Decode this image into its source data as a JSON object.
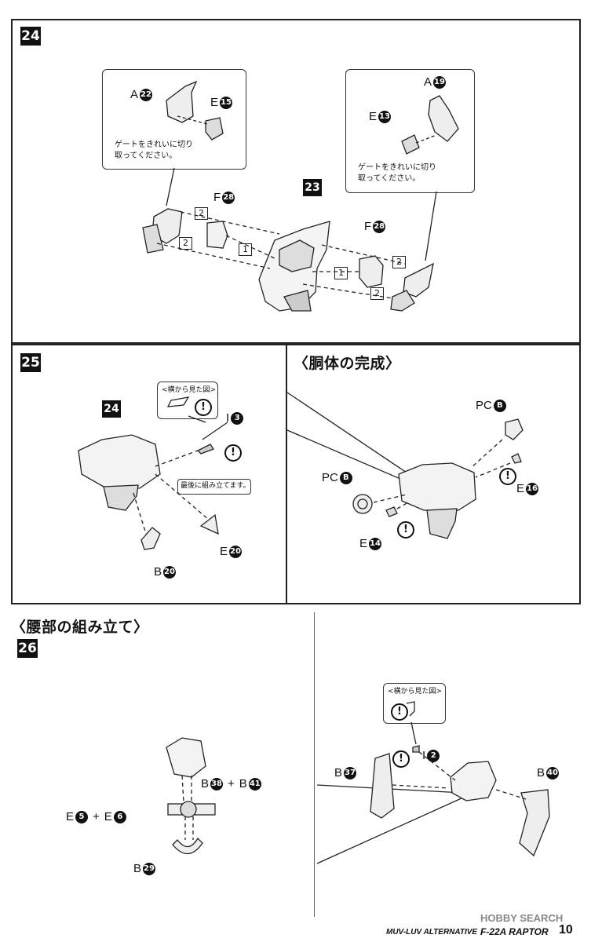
{
  "step24": {
    "number": "24",
    "subassembly": "23",
    "parts": {
      "a22": {
        "letter": "A",
        "num": "22"
      },
      "e15": {
        "letter": "E",
        "num": "15"
      },
      "a19": {
        "letter": "A",
        "num": "19"
      },
      "e13": {
        "letter": "E",
        "num": "13"
      },
      "f28_left": {
        "letter": "F",
        "num": "28"
      },
      "f28_right": {
        "letter": "F",
        "num": "28"
      }
    },
    "note_left": [
      "ゲートをきれいに切り",
      "取ってください。"
    ],
    "note_right": [
      "ゲートをきれいに切り",
      "取ってください。"
    ],
    "order_marks": [
      "2",
      "2",
      "1",
      "2",
      "1",
      "2"
    ]
  },
  "step25": {
    "number": "25",
    "subassembly": "24",
    "side_view_label": "<横から見た図>",
    "final_note": "最後に組み立てます。",
    "parts": {
      "i3": {
        "letter": "I",
        "num": "3"
      },
      "e20": {
        "letter": "E",
        "num": "20"
      },
      "b20": {
        "letter": "B",
        "num": "20"
      }
    }
  },
  "torso": {
    "heading": "〈胴体の完成〉",
    "parts": {
      "pc_b_top": {
        "letter": "PC",
        "num": "B"
      },
      "pc_b_left": {
        "letter": "PC",
        "num": "B"
      },
      "e16": {
        "letter": "E",
        "num": "16"
      },
      "e14": {
        "letter": "E",
        "num": "14"
      }
    }
  },
  "waist": {
    "heading": "〈腰部の組み立て〉"
  },
  "step26": {
    "number": "26",
    "side_view_label": "<横から見た図>",
    "parts": {
      "b38": {
        "letter": "B",
        "num": "38"
      },
      "b41": {
        "letter": "B",
        "num": "41"
      },
      "e5": {
        "letter": "E",
        "num": "5"
      },
      "e6": {
        "letter": "E",
        "num": "6"
      },
      "b29": {
        "letter": "B",
        "num": "29"
      },
      "i2": {
        "letter": "I",
        "num": "2"
      },
      "b37": {
        "letter": "B",
        "num": "37"
      },
      "b40": {
        "letter": "B",
        "num": "40"
      }
    },
    "plus": "+"
  },
  "footer": {
    "title_left": "MUV-LUV ALTERNATIVE",
    "title_right": "F-22A RAPTOR",
    "page": "10",
    "watermark": "HOBBY SEARCH"
  }
}
